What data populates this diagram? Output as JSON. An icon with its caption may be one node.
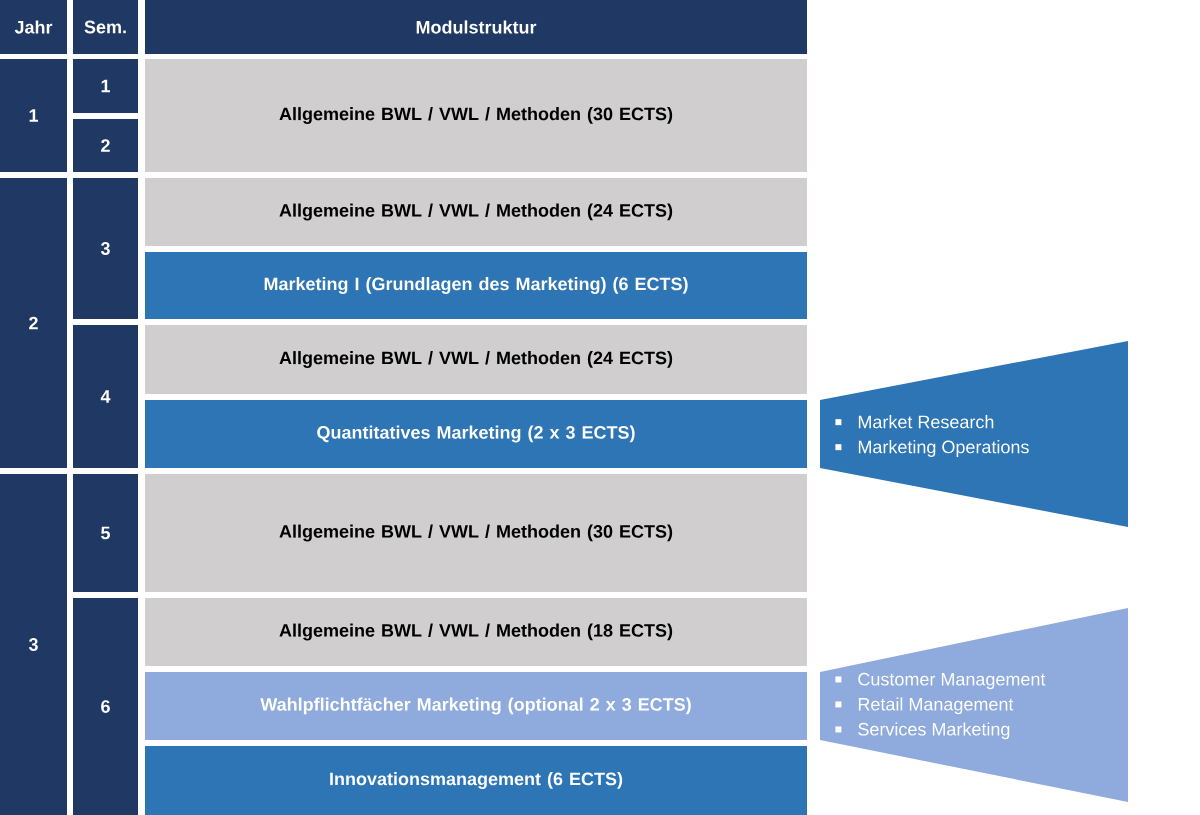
{
  "diagram": {
    "nodes": [
      {
        "text": [
          "Jahr"
        ]
      },
      {
        "text": [
          "Sem."
        ]
      },
      {
        "text": [
          "Modulstruktur"
        ]
      },
      {
        "text": [
          "1"
        ]
      },
      {
        "text": [
          "2"
        ]
      },
      {
        "text": [
          "3"
        ]
      },
      {
        "text": [
          "1"
        ]
      },
      {
        "text": [
          "2"
        ]
      },
      {
        "text": [
          "3"
        ]
      },
      {
        "text": [
          "4"
        ]
      },
      {
        "text": [
          "5"
        ]
      },
      {
        "text": [
          "6"
        ]
      },
      {
        "text": [
          "Allgemeine BWL / VWL / Methoden (30 ECTS)"
        ]
      },
      {
        "text": [
          "Allgemeine BWL / VWL / Methoden (24 ECTS)"
        ]
      },
      {
        "text": [
          "Marketing I (Grundlagen des Marketing) (6 ECTS)"
        ]
      },
      {
        "text": [
          "Allgemeine BWL / VWL / Methoden (24 ECTS)"
        ]
      },
      {
        "text": [
          "Quantitatives Marketing (2 x 3 ECTS)"
        ]
      },
      {
        "text": [
          "Allgemeine BWL / VWL / Methoden (30 ECTS)"
        ]
      },
      {
        "text": [
          "Allgemeine BWL / VWL / Methoden (18 ECTS)"
        ]
      },
      {
        "text": [
          "Wahlpflichtfächer Marketing (optional 2 x 3 ECTS)"
        ]
      },
      {
        "text": [
          "Innovationsmanagement (6 ECTS)"
        ]
      },
      {
        "text": [
          "Market Research",
          "Marketing Operations"
        ]
      },
      {
        "text": [
          "Customer Management",
          "Retail Management",
          "Services Marketing"
        ]
      }
    ]
  }
}
